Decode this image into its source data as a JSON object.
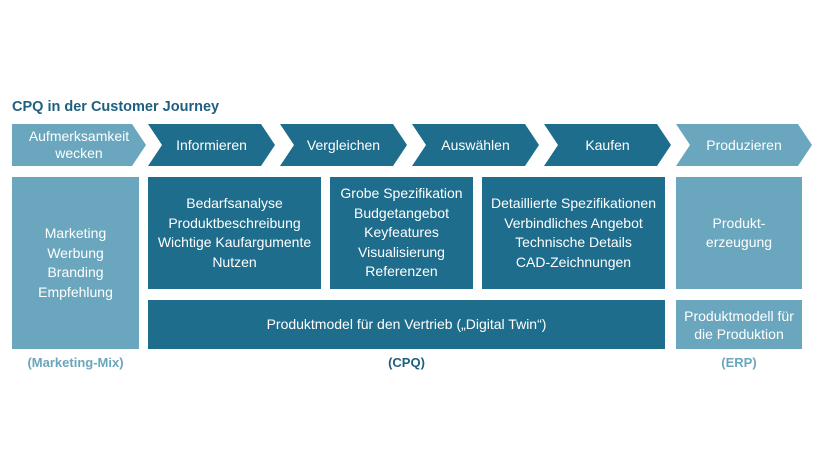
{
  "title": "CPQ in der Customer Journey",
  "colors": {
    "light": "#6aa6bd",
    "dark": "#1e6d8c",
    "title": "#1e5f80"
  },
  "stages": [
    {
      "label": "Aufmerksamkeit wecken",
      "line1": "Aufmerksamkeit",
      "line2": "wecken"
    },
    {
      "label": "Informieren"
    },
    {
      "label": "Vergleichen"
    },
    {
      "label": "Auswählen"
    },
    {
      "label": "Kaufen"
    },
    {
      "label": "Produzieren"
    }
  ],
  "boxes": {
    "marketing": [
      "Marketing",
      "Werbung",
      "Branding",
      "Empfehlung"
    ],
    "informieren": [
      "Bedarfsanalyse",
      "Produktbeschreibung",
      "Wichtige Kaufargumente",
      "Nutzen"
    ],
    "vergleichen": [
      "Grobe Spezifikation",
      "Budgetangebot",
      "Keyfeatures",
      "Visualisierung",
      "Referenzen"
    ],
    "auswaehlen_kaufen": [
      "Detaillierte Spezifikationen",
      "Verbindliches Angebot",
      "Technische Details",
      "CAD-Zeichnungen"
    ],
    "produzieren": [
      "Produkt-",
      "erzeugung"
    ],
    "vertrieb": "Produktmodel für den Vertrieb („Digital Twin“)",
    "produktion": [
      "Produktmodell für",
      "die Produktion"
    ]
  },
  "labels": {
    "marketing_mix": "(Marketing-Mix)",
    "cpq": "(CPQ)",
    "erp": "(ERP)"
  }
}
